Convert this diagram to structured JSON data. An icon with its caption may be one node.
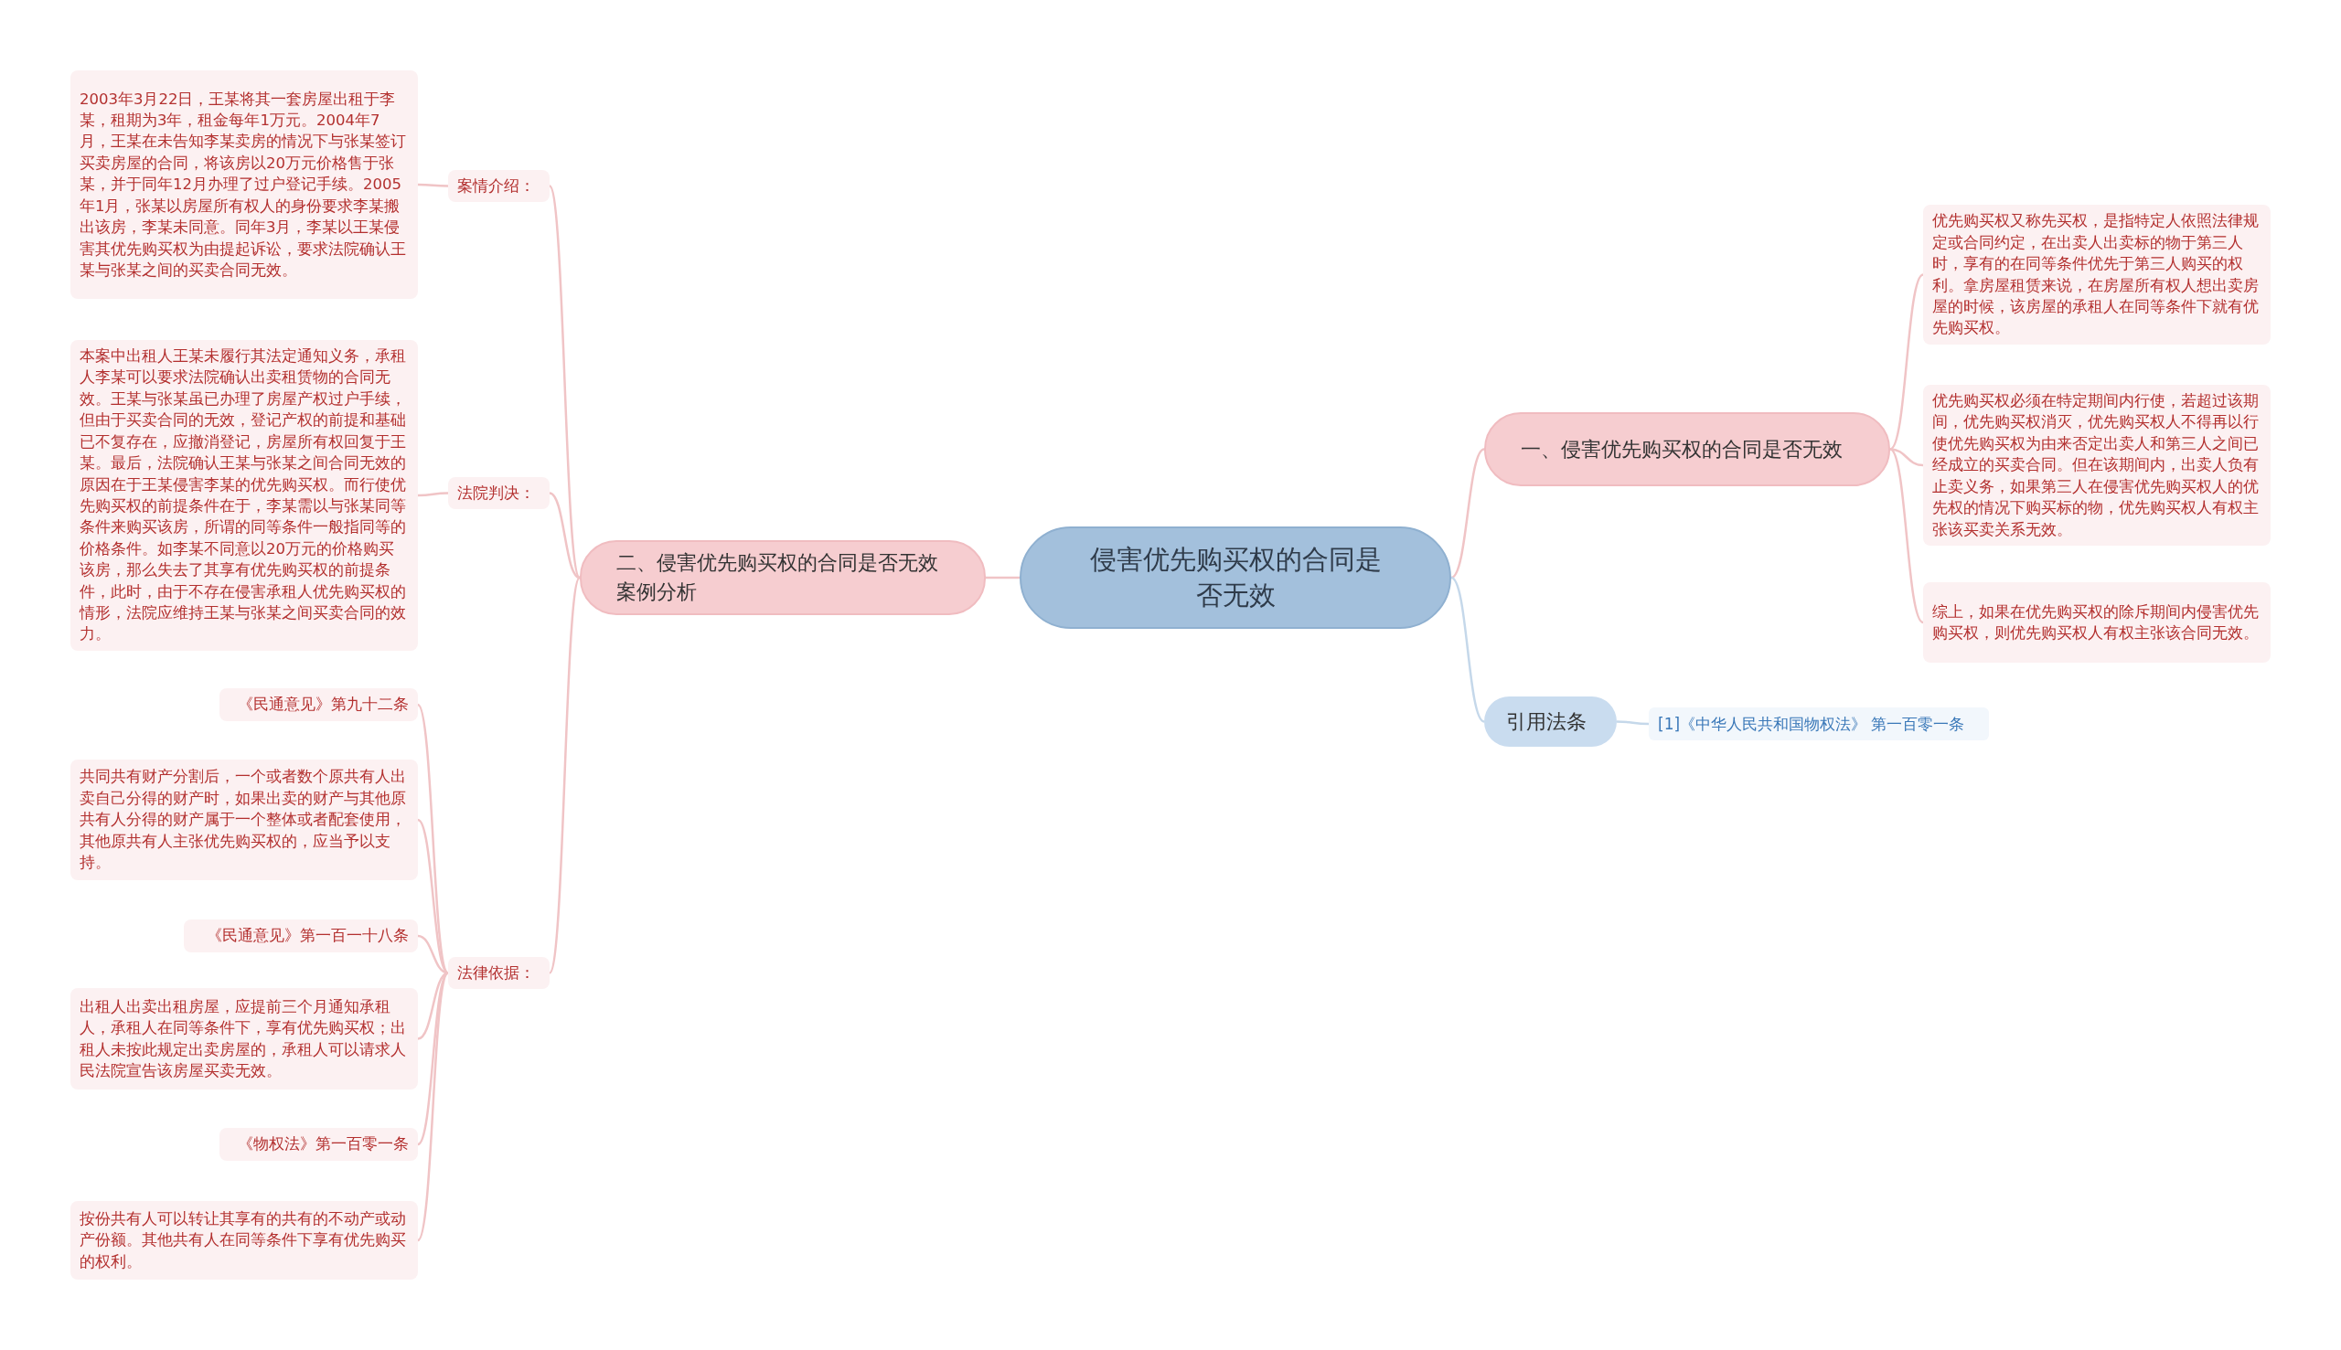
{
  "diagram": {
    "nodes": [
      {
        "text": [
          "侵害优先购买权的合同是否无效"
        ]
      },
      {
        "text": [
          "一、侵害优先购买权的合同是否无效"
        ]
      },
      {
        "text": [
          "优先购买权又称先买权，是指特定人依照法律规定或合同约定，在出卖人出卖标的物于第三人时，享有的在同等条件优先于第三人购买的权利。拿房屋租赁来说，在房屋所有权人想出卖房屋的时候，该房屋的承租人在同等条件下就有优先购买权。"
        ]
      },
      {
        "text": [
          "优先购买权必须在特定期间内行使，若超过该期间，优先购买权消灭，优先购买权人不得再以行使优先购买权为由来否定出卖人和第三人之间已经成立的买卖合同。但在该期间内，出卖人负有止卖义务，如果第三人在侵害优先购买权人的优先权的情况下购买标的物，优先购买权人有权主张该买卖关系无效。"
        ]
      },
      {
        "text": [
          "综上，如果在优先购买权的除斥期间内侵害优先购买权，则优先购买权人有权主张该合同无效。"
        ]
      },
      {
        "text": [
          "引用法条"
        ]
      },
      {
        "text": [
          "[1]《中华人民共和国物权法》 第一百零一条"
        ]
      },
      {
        "text": [
          "二、侵害优先购买权的合同是否无效案例分析"
        ]
      },
      {
        "text": [
          "案情介绍："
        ]
      },
      {
        "text": [
          "2003年3月22日，王某将其一套房屋出租于李某，租期为3年，租金每年1万元。2004年7月，王某在未告知李某卖房的情况下与张某签订买卖房屋的合同，将该房以20万元价格售于张某，并于同年12月办理了过户登记手续。2005年1月，张某以房屋所有权人的身份要求李某搬出该房，李某未同意。同年3月，李某以王某侵害其优先购买权为由提起诉讼，要求法院确认王某与张某之间的买卖合同无效。"
        ]
      },
      {
        "text": [
          "法院判决："
        ]
      },
      {
        "text": [
          "本案中出租人王某未履行其法定通知义务，承租人李某可以要求法院确认出卖租赁物的合同无效。王某与张某虽已办理了房屋产权过户手续，但由于买卖合同的无效，登记产权的前提和基础已不复存在，应撤消登记，房屋所有权回复于王某。最后，法院确认王某与张某之间合同无效的原因在于王某侵害李某的优先购买权。而行使优先购买权的前提条件在于，李某需以与张某同等条件来购买该房，所谓的同等条件一般指同等的价格条件。如李某不同意以20万元的价格购买该房，那么失去了其享有优先购买权的前提条件，此时，由于不存在侵害承租人优先购买权的情形，法院应维持王某与张某之间买卖合同的效力。"
        ]
      },
      {
        "text": [
          "法律依据："
        ]
      },
      {
        "text": [
          "《民通意见》第九十二条"
        ]
      },
      {
        "text": [
          "共同共有财产分割后，一个或者数个原共有人出卖自己分得的财产时，如果出卖的财产与其他原共有人分得的财产属于一个整体或者配套使用，其他原共有人主张优先购买权的，应当予以支持。"
        ]
      },
      {
        "text": [
          "《民通意见》第一百一十八条"
        ]
      },
      {
        "text": [
          "出租人出卖出租房屋，应提前三个月通知承租人，承租人在同等条件下，享有优先购买权；出租人未按此规定出卖房屋的，承租人可以请求人民法院宣告该房屋买卖无效。"
        ]
      },
      {
        "text": [
          "《物权法》第一百零一条"
        ]
      },
      {
        "text": [
          "按份共有人可以转让其享有的共有的不动产或动产份额。其他共有人在同等条件下享有优先购买的权利。"
        ]
      }
    ],
    "edges": [
      {
        "from": 0,
        "to": 1,
        "arrow": "none"
      },
      {
        "from": 1,
        "to": 2,
        "arrow": "none"
      },
      {
        "from": 1,
        "to": 3,
        "arrow": "none"
      },
      {
        "from": 1,
        "to": 4,
        "arrow": "none"
      },
      {
        "from": 0,
        "to": 5,
        "arrow": "none",
        "color": "#c5d8ea"
      },
      {
        "from": 5,
        "to": 6,
        "arrow": "none",
        "color": "#c5d8ea"
      },
      {
        "from": 0,
        "to": 7,
        "arrow": "none"
      },
      {
        "from": 7,
        "to": 8,
        "arrow": "none"
      },
      {
        "from": 8,
        "to": 9,
        "arrow": "none"
      },
      {
        "from": 7,
        "to": 10,
        "arrow": "none"
      },
      {
        "from": 10,
        "to": 11,
        "arrow": "none"
      },
      {
        "from": 7,
        "to": 12,
        "arrow": "none"
      },
      {
        "from": 12,
        "to": 13,
        "arrow": "none"
      },
      {
        "from": 12,
        "to": 14,
        "arrow": "none"
      },
      {
        "from": 12,
        "to": 15,
        "arrow": "none"
      },
      {
        "from": 12,
        "to": 16,
        "arrow": "none"
      },
      {
        "from": 12,
        "to": 17,
        "arrow": "none"
      },
      {
        "from": 12,
        "to": 18,
        "arrow": "none"
      }
    ]
  }
}
